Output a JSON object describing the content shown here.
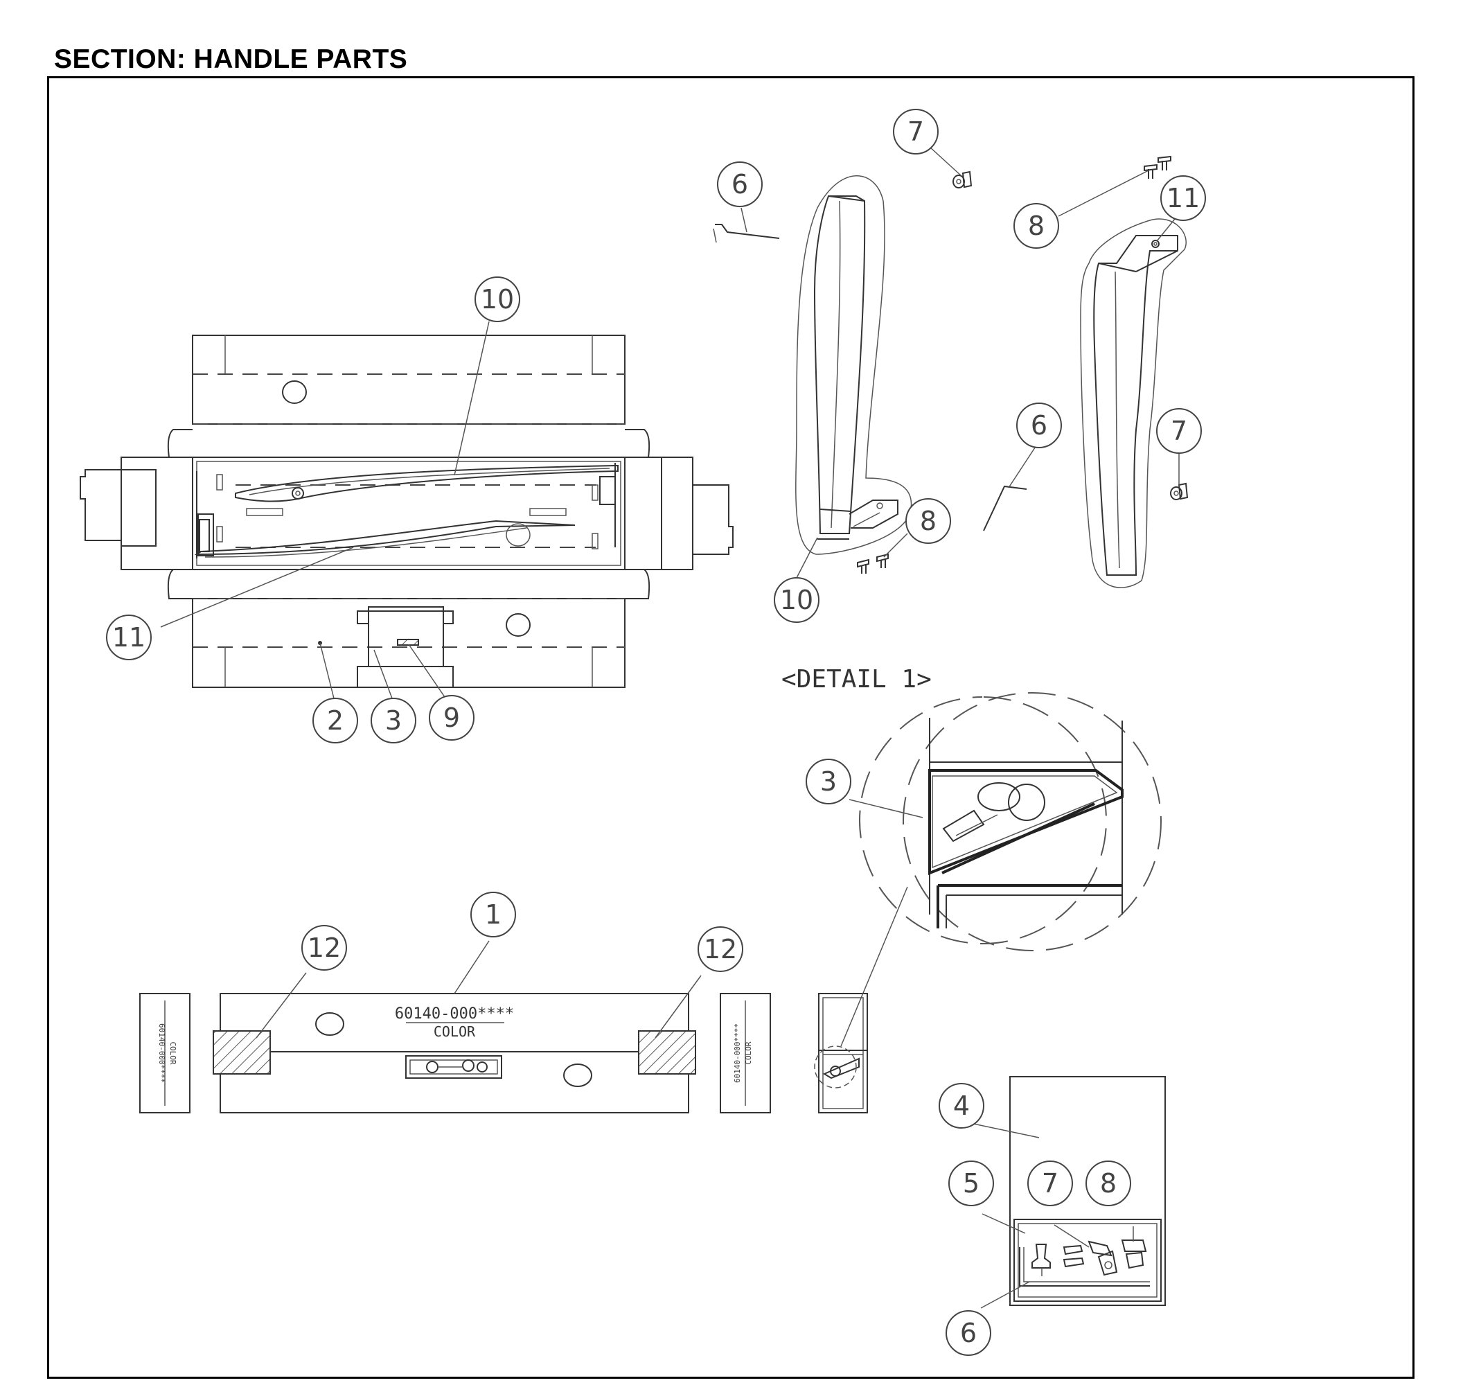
{
  "header": {
    "title": "SECTION: HANDLE PARTS"
  },
  "detail_label": "<DETAIL 1>",
  "box_label": {
    "part_number": "60140-000****",
    "color": "COLOR"
  },
  "side_label": {
    "part_number": "60140-000****",
    "color": "COLOR"
  },
  "callouts": [
    {
      "id": "c7a",
      "number": "7"
    },
    {
      "id": "c6a",
      "number": "6"
    },
    {
      "id": "c8a",
      "number": "8"
    },
    {
      "id": "c11a",
      "number": "11"
    },
    {
      "id": "c10a",
      "number": "10"
    },
    {
      "id": "c6b",
      "number": "6"
    },
    {
      "id": "c7b",
      "number": "7"
    },
    {
      "id": "c8b",
      "number": "8"
    },
    {
      "id": "c10b",
      "number": "10"
    },
    {
      "id": "c11b",
      "number": "11"
    },
    {
      "id": "c2",
      "number": "2"
    },
    {
      "id": "c3a",
      "number": "3"
    },
    {
      "id": "c9",
      "number": "9"
    },
    {
      "id": "c3b",
      "number": "3"
    },
    {
      "id": "c1",
      "number": "1"
    },
    {
      "id": "c12a",
      "number": "12"
    },
    {
      "id": "c12b",
      "number": "12"
    },
    {
      "id": "c4",
      "number": "4"
    },
    {
      "id": "c5",
      "number": "5"
    },
    {
      "id": "c7c",
      "number": "7"
    },
    {
      "id": "c8c",
      "number": "8"
    },
    {
      "id": "c6c",
      "number": "6"
    }
  ]
}
